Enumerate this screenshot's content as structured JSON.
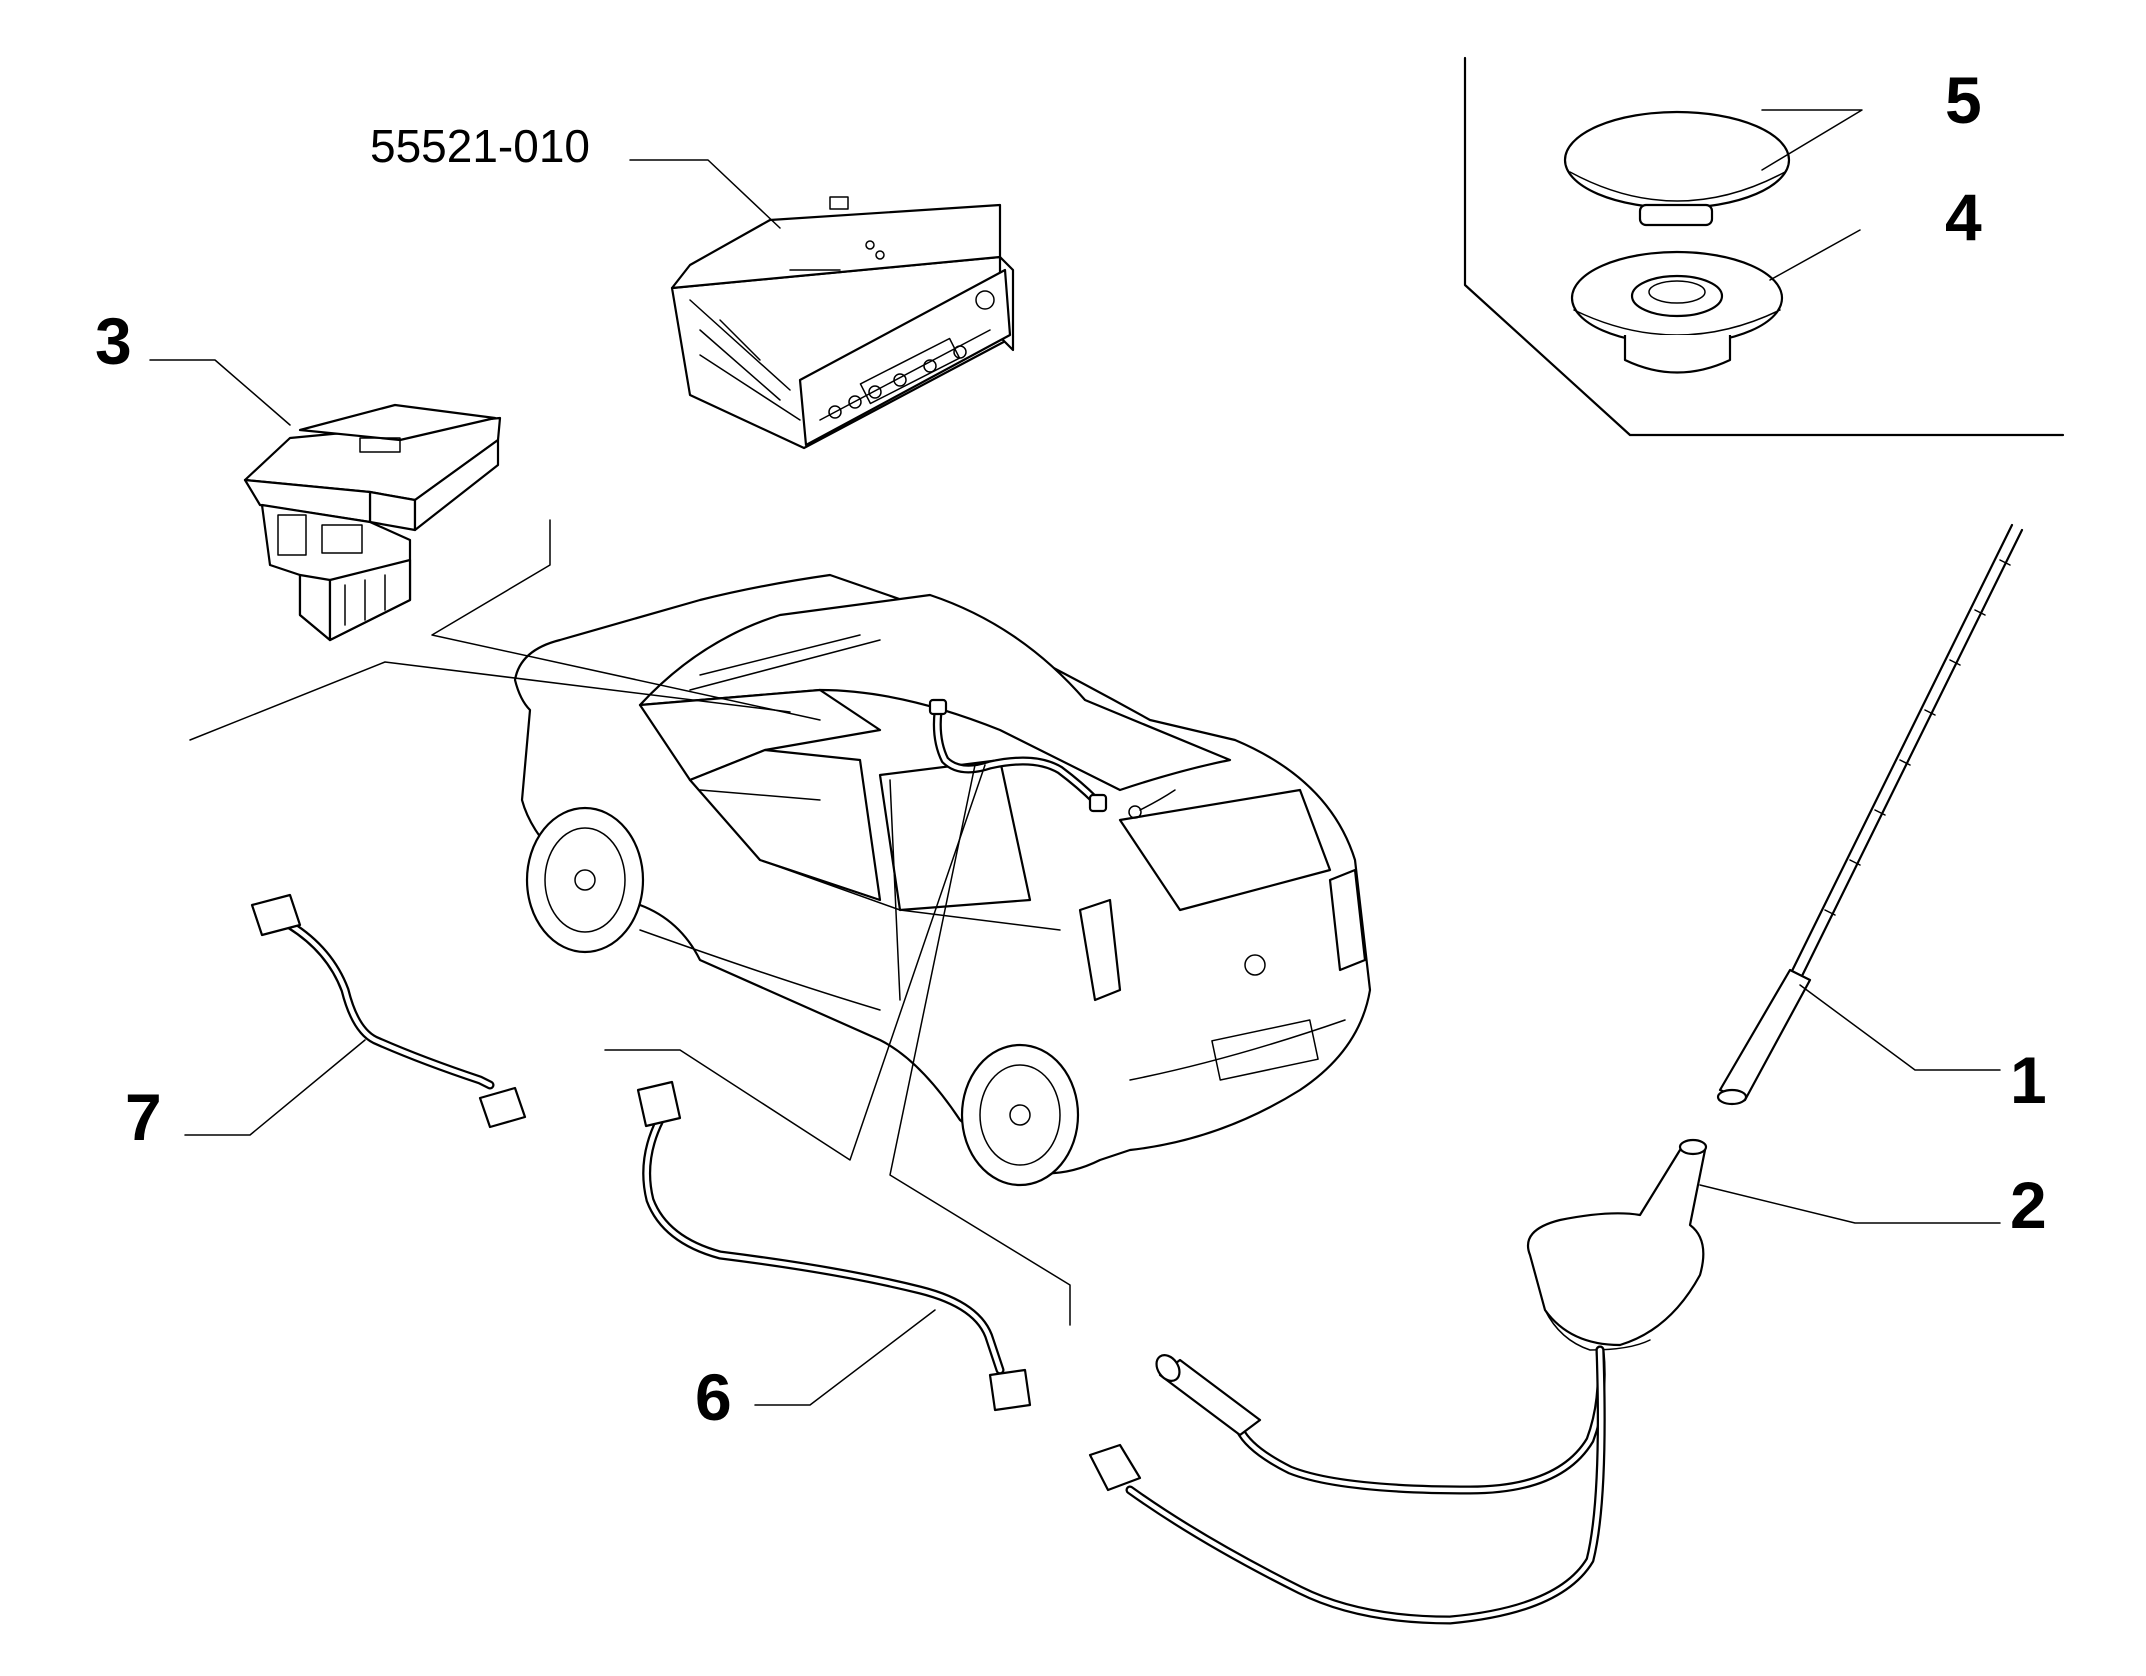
{
  "callouts": {
    "part_code": "55521-010",
    "c1": "1",
    "c2": "2",
    "c3": "3",
    "c4": "4",
    "c5": "5",
    "c6": "6",
    "c7": "7"
  }
}
